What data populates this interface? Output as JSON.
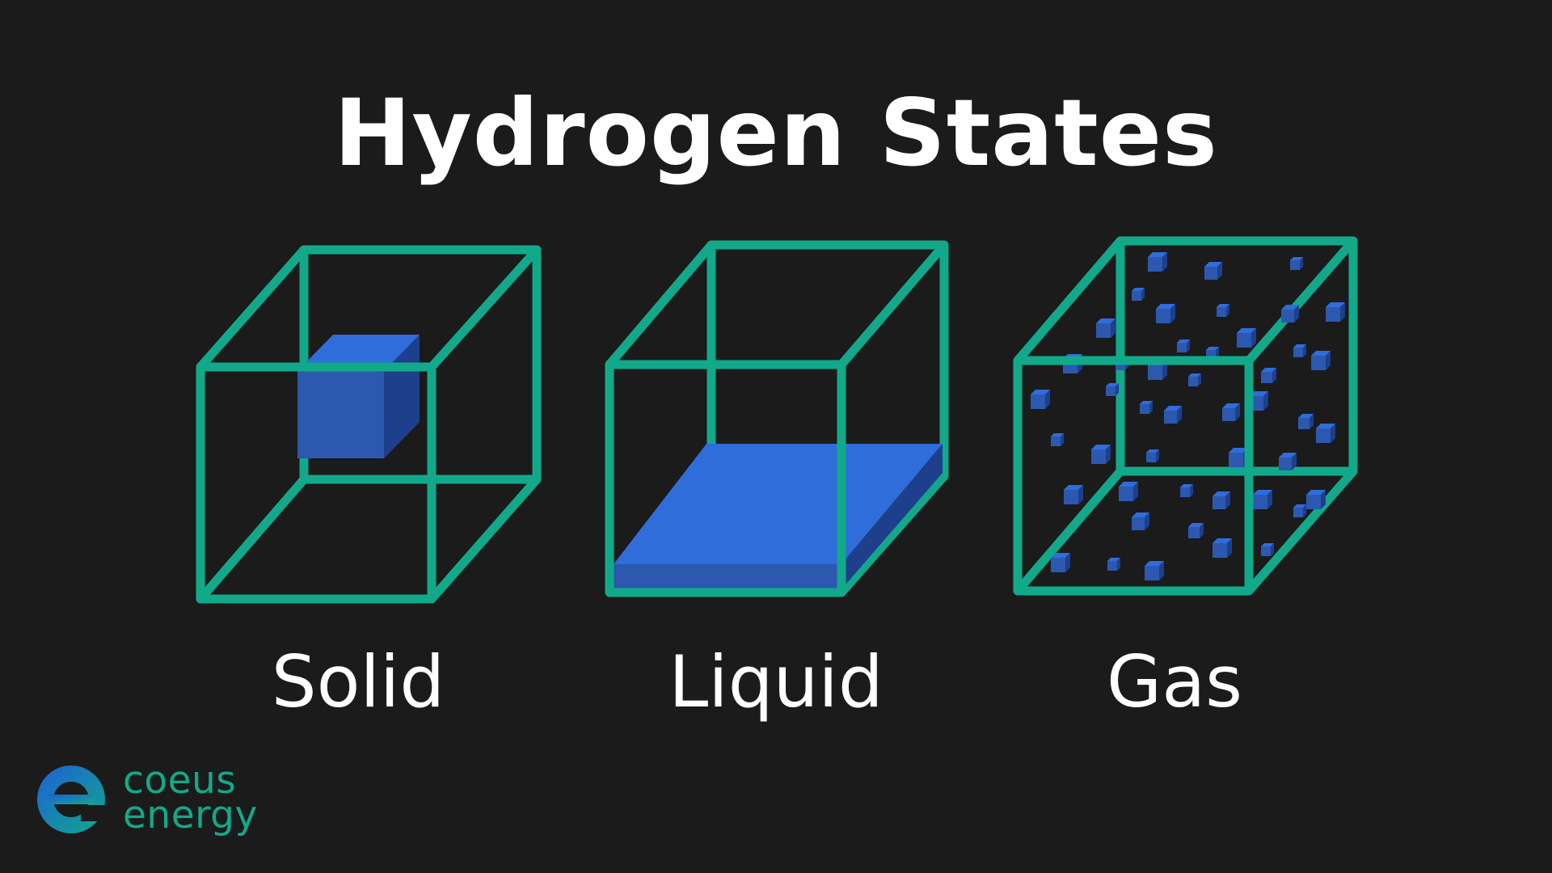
{
  "title": "Hydrogen States",
  "states": [
    {
      "id": "solid",
      "label": "Solid"
    },
    {
      "id": "liquid",
      "label": "Liquid"
    },
    {
      "id": "gas",
      "label": "Gas"
    }
  ],
  "logo": {
    "line1": "coeus",
    "line2": "energy"
  },
  "colors": {
    "background": "#1b1b1b",
    "frame": "#12a98a",
    "hydrogen_top": "#2f6ddb",
    "hydrogen_front": "#2c58b0",
    "hydrogen_side": "#1d3f8c",
    "text": "#ffffff",
    "logo_blue": "#1e5fd6",
    "logo_teal": "#12a98a"
  }
}
